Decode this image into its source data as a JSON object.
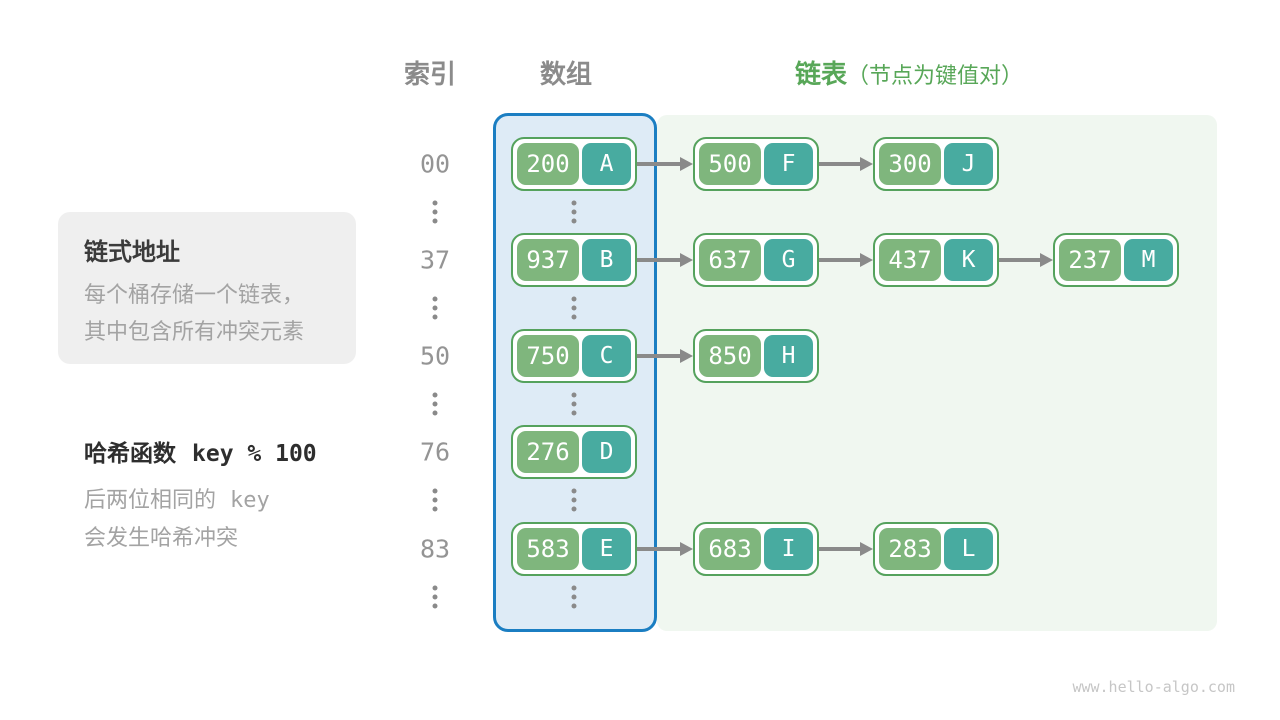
{
  "header": {
    "index_label": "索引",
    "array_label": "数组",
    "list_label": "链表",
    "list_note": "（节点为键值对）"
  },
  "info_card": {
    "title": "链式地址",
    "line1": "每个桶存储一个链表，",
    "line2": "其中包含所有冲突元素"
  },
  "hash_note": {
    "title": "哈希函数",
    "formula": "key % 100",
    "line1_text": "后两位相同的",
    "line1_mono": "key",
    "line2": "会发生哈希冲突"
  },
  "diagram": {
    "description": "separate-chaining hash table",
    "rows": [
      {
        "index": "00",
        "nodes": [
          {
            "key": "200",
            "value": "A"
          },
          {
            "key": "500",
            "value": "F"
          },
          {
            "key": "300",
            "value": "J"
          }
        ]
      },
      {
        "index": "37",
        "nodes": [
          {
            "key": "937",
            "value": "B"
          },
          {
            "key": "637",
            "value": "G"
          },
          {
            "key": "437",
            "value": "K"
          },
          {
            "key": "237",
            "value": "M"
          }
        ]
      },
      {
        "index": "50",
        "nodes": [
          {
            "key": "750",
            "value": "C"
          },
          {
            "key": "850",
            "value": "H"
          }
        ]
      },
      {
        "index": "76",
        "nodes": [
          {
            "key": "276",
            "value": "D"
          }
        ]
      },
      {
        "index": "83",
        "nodes": [
          {
            "key": "583",
            "value": "E"
          },
          {
            "key": "683",
            "value": "I"
          },
          {
            "key": "283",
            "value": "L"
          }
        ]
      }
    ]
  },
  "colors": {
    "key_cell_green": "#7fb67d",
    "value_cell_teal": "#48aba0",
    "node_border_green": "#55a25d",
    "array_border_blue": "#1b7ec2",
    "array_fill_blue": "#deebf6",
    "list_area_green": "#f0f7f0",
    "header_gray": "#8b8b8b",
    "header_green": "#58a758",
    "arrow_gray": "#8a8a8a",
    "info_card_bg": "#efefef"
  },
  "watermark": "www.hello-algo.com"
}
